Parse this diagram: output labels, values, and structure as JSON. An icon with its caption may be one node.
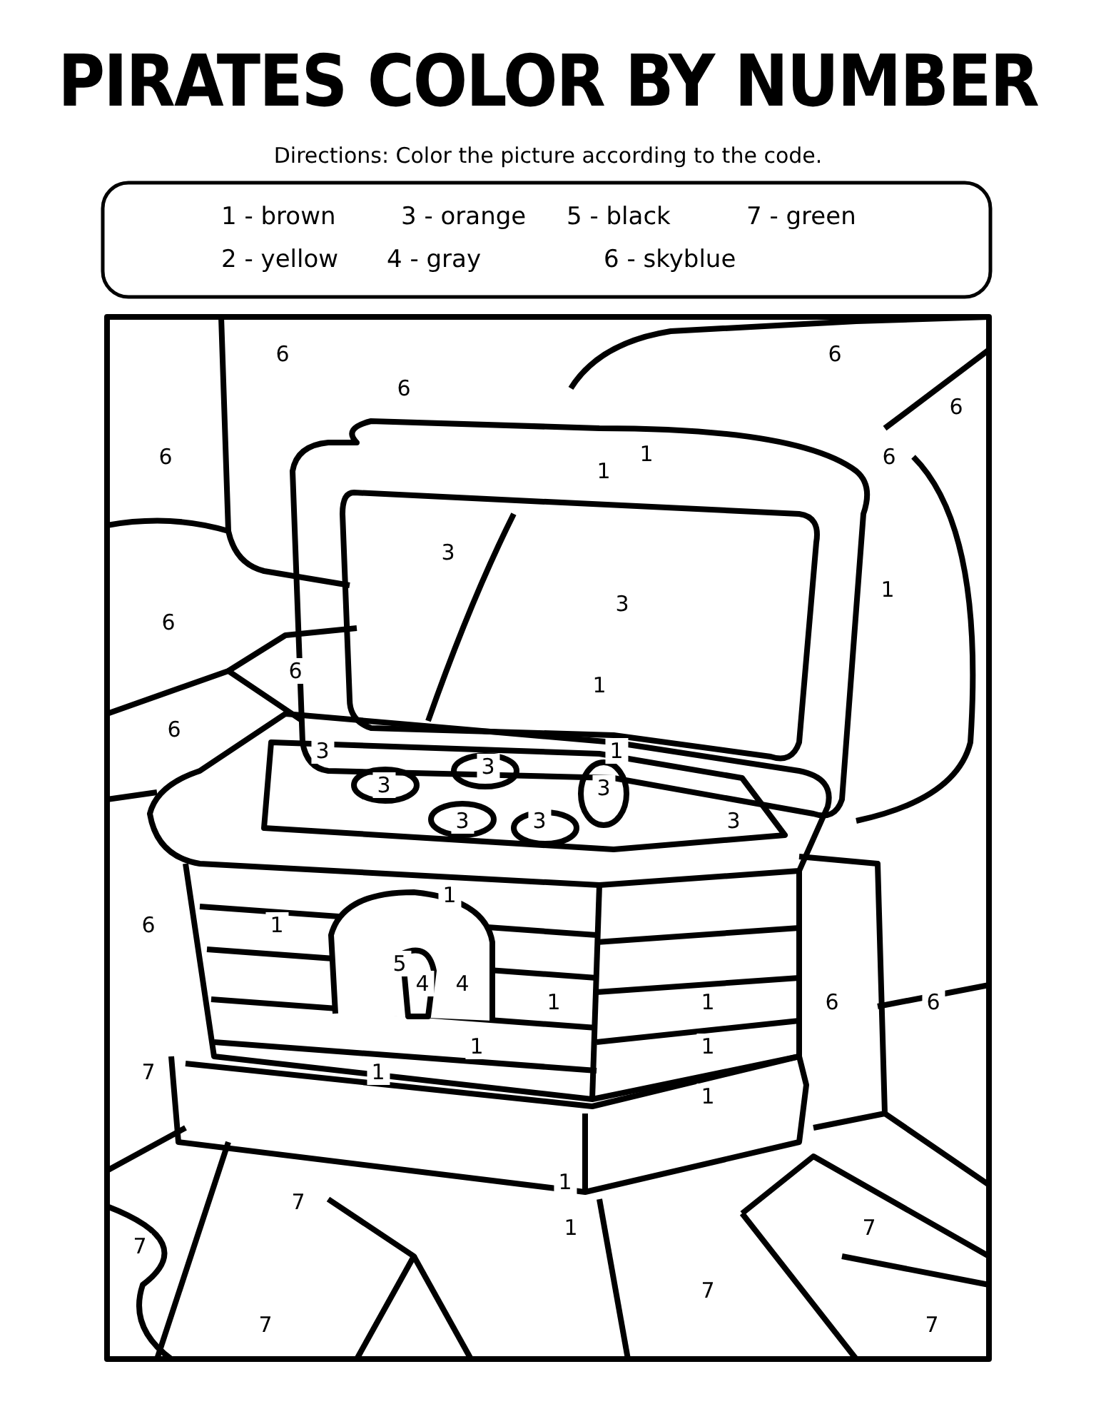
{
  "diagram": {
    "title": "PIRATES COLOR BY NUMBER",
    "labels": [
      "Directions:  Color the picture according to the code.",
      "1 - brown",
      "3 - orange",
      "5 - black",
      "7 - green",
      "2 - yellow",
      "4 - gray",
      "6 - skyblue",
      "6",
      "6",
      "6",
      "6",
      "6",
      "1",
      "6",
      "1",
      "3",
      "1",
      "3",
      "6",
      "6",
      "1",
      "6",
      "3",
      "1",
      "3",
      "3",
      "3",
      "3",
      "3",
      "3",
      "1",
      "6",
      "1",
      "5",
      "4",
      "4",
      "1",
      "1",
      "6",
      "6",
      "1",
      "1",
      "7",
      "1",
      "1",
      "1",
      "7",
      "1",
      "7",
      "7",
      "7",
      "7",
      "7"
    ]
  }
}
